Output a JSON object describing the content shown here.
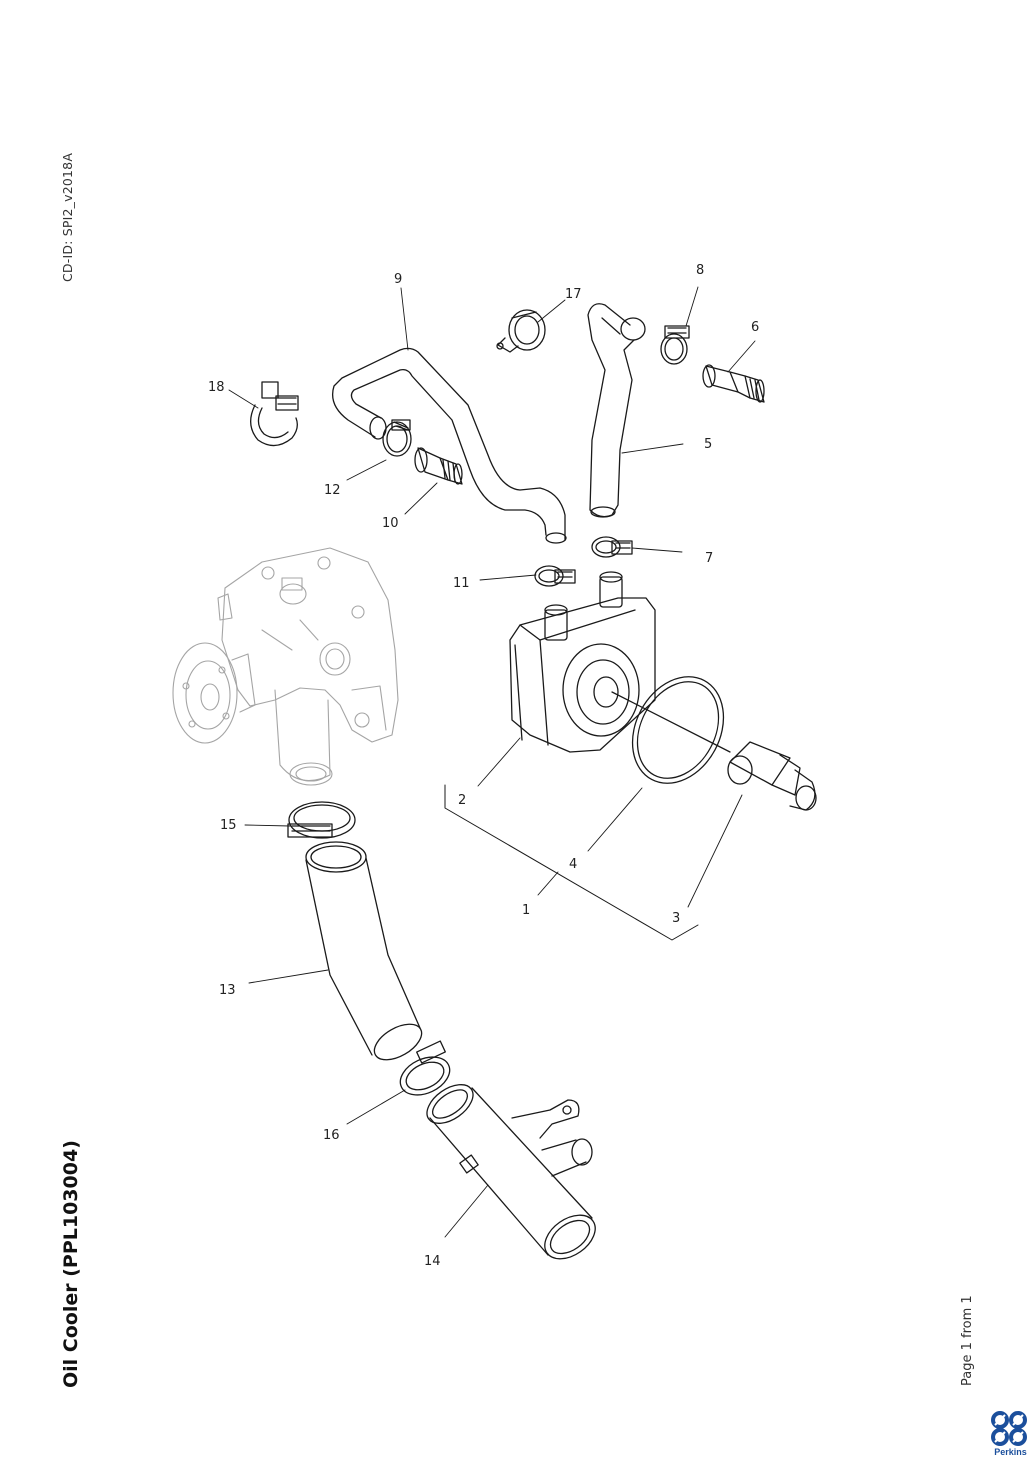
{
  "document": {
    "cd_id": "CD-ID: SPI2_v2018A",
    "title": "Oil Cooler (PPL103004)",
    "page_note": "Page 1 from 1",
    "brand": "Perkins"
  },
  "callouts": {
    "c1": "1",
    "c2": "2",
    "c3": "3",
    "c4": "4",
    "c5": "5",
    "c6": "6",
    "c7": "7",
    "c8": "8",
    "c9": "9",
    "c10": "10",
    "c11": "11",
    "c12": "12",
    "c13": "13",
    "c14": "14",
    "c15": "15",
    "c16": "16",
    "c17": "17",
    "c18": "18"
  },
  "colors": {
    "line": "#1a1a1a",
    "ghost": "#9a9a9a",
    "brand": "#1b4f9c"
  }
}
